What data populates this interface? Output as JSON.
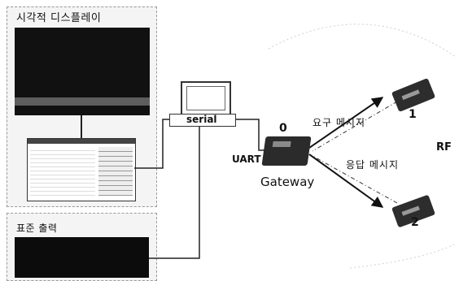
{
  "visual_display": {
    "title": "시각적 디스플레이"
  },
  "standard_output": {
    "title": "표준 출력"
  },
  "pc": {
    "serial_label": "serial"
  },
  "gateway": {
    "node_id": "0",
    "name": "Gateway",
    "uart_label": "UART"
  },
  "messages": {
    "request": "요구 메시지",
    "response": "응답 메시지"
  },
  "rf": {
    "label": "RF"
  },
  "nodes": [
    {
      "id": "1"
    },
    {
      "id": "2"
    }
  ]
}
